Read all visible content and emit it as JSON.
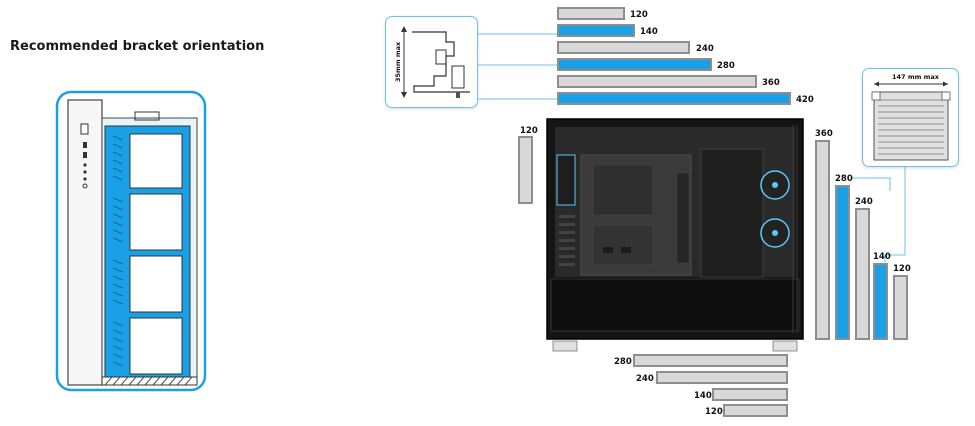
{
  "heading": "Recommended bracket orientation",
  "top_radiators": {
    "labels": [
      "120",
      "140",
      "240",
      "280",
      "360",
      "420"
    ]
  },
  "front_radiators": {
    "labels": [
      "360",
      "280",
      "240",
      "140",
      "120"
    ]
  },
  "rear_radiator": {
    "label": "120"
  },
  "bottom_radiators": {
    "labels": [
      "280",
      "240",
      "140",
      "120"
    ]
  },
  "top_clearance_label": "35mm max",
  "front_thickness_label": "147 mm max",
  "colors": {
    "accent": "#1aa0e6",
    "bar_gray": "#d9d9d9",
    "bar_border": "#8e8e8e",
    "leader_line": "#6ec3ea",
    "case_body": "#1b1b1b"
  }
}
